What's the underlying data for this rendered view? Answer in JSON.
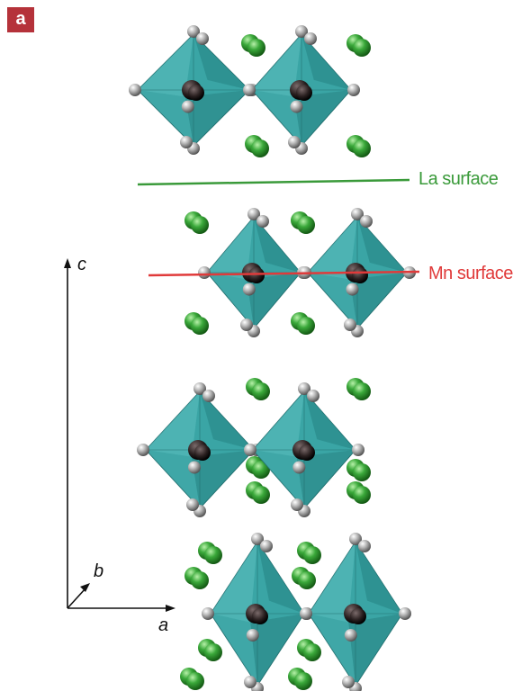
{
  "panel_label": "a",
  "surfaces": {
    "la": {
      "label": "La surface",
      "color": "#3a9a3a"
    },
    "mn": {
      "label": "Mn surface",
      "color": "#e03a3a"
    }
  },
  "axes": {
    "c": "c",
    "b": "b",
    "a": "a"
  },
  "colors": {
    "octahedron": "#3aa5a5",
    "la_atom": "#2f9a2f",
    "oxygen_atom": "#9a9a9a",
    "mn_atom": "#2a2020"
  }
}
